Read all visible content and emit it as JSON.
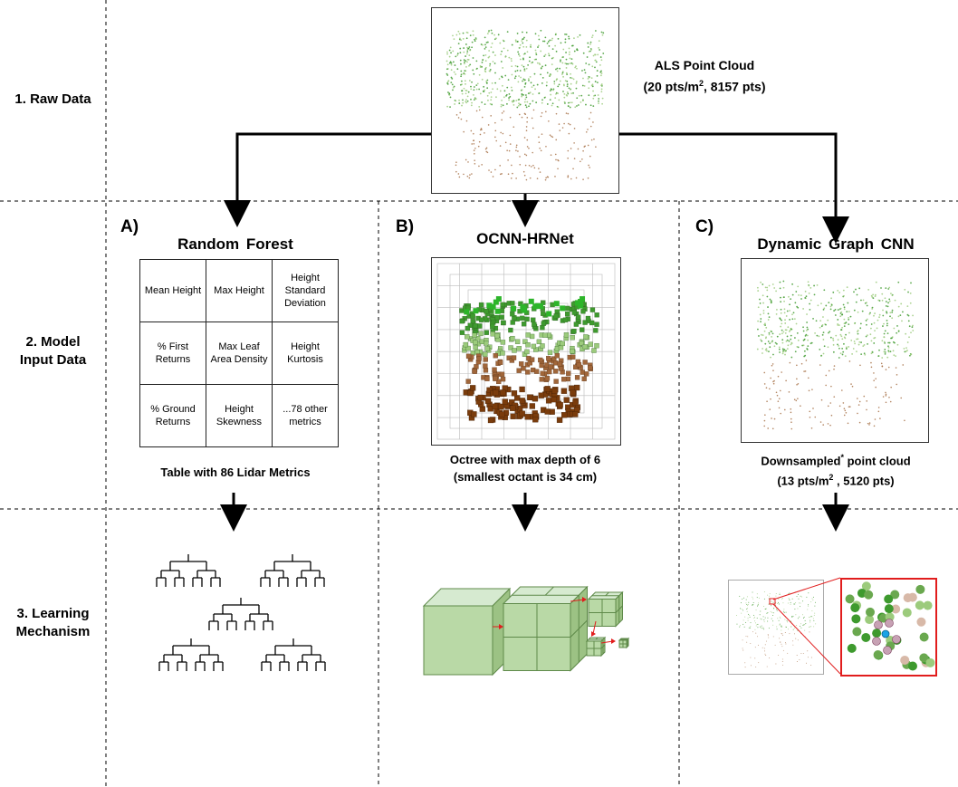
{
  "rows": {
    "raw": "1. Raw Data",
    "model_line1": "2. Model",
    "model_line2": "Input Data",
    "learning_line1": "3. Learning",
    "learning_line2": "Mechanism"
  },
  "raw_data": {
    "title": "ALS Point Cloud",
    "detail_prefix": "(20 pts/m",
    "detail_sup": "2",
    "detail_suffix": ", 8157 pts)"
  },
  "panel_a": {
    "label": "A)",
    "title": "Random Forest",
    "caption": "Table with 86 Lidar Metrics",
    "metrics": [
      [
        "Mean Height",
        "Max Height",
        "Height Standard Deviation"
      ],
      [
        "% First Returns",
        "Max Leaf Area Density",
        "Height Kurtosis"
      ],
      [
        "% Ground Returns",
        "Height Skewness",
        "...78 other metrics"
      ]
    ]
  },
  "panel_b": {
    "label": "B)",
    "title": "OCNN-HRNet",
    "caption_line1": "Octree with max depth of 6",
    "caption_line2": "(smallest octant is 34 cm)"
  },
  "panel_c": {
    "label": "C)",
    "title": "Dynamic Graph CNN",
    "caption_line1_a": "Downsampled",
    "caption_line1_sup": "*",
    "caption_line1_b": " point cloud",
    "caption_line2_a": "(13 pts/m",
    "caption_line2_sup": "2",
    "caption_line2_b": " , 5120 pts)"
  },
  "colors": {
    "canopy_light": "#9ccb7c",
    "canopy_dark": "#3e9a2e",
    "canopy_bright": "#2db52a",
    "trunk": "#a0663a",
    "ground": "#7a3c0c",
    "cube_face": "#b9d9a6",
    "cube_edge": "#5f8a4a",
    "arrow_red": "#e11d1d",
    "highlight_blue": "#1aa3e6"
  }
}
